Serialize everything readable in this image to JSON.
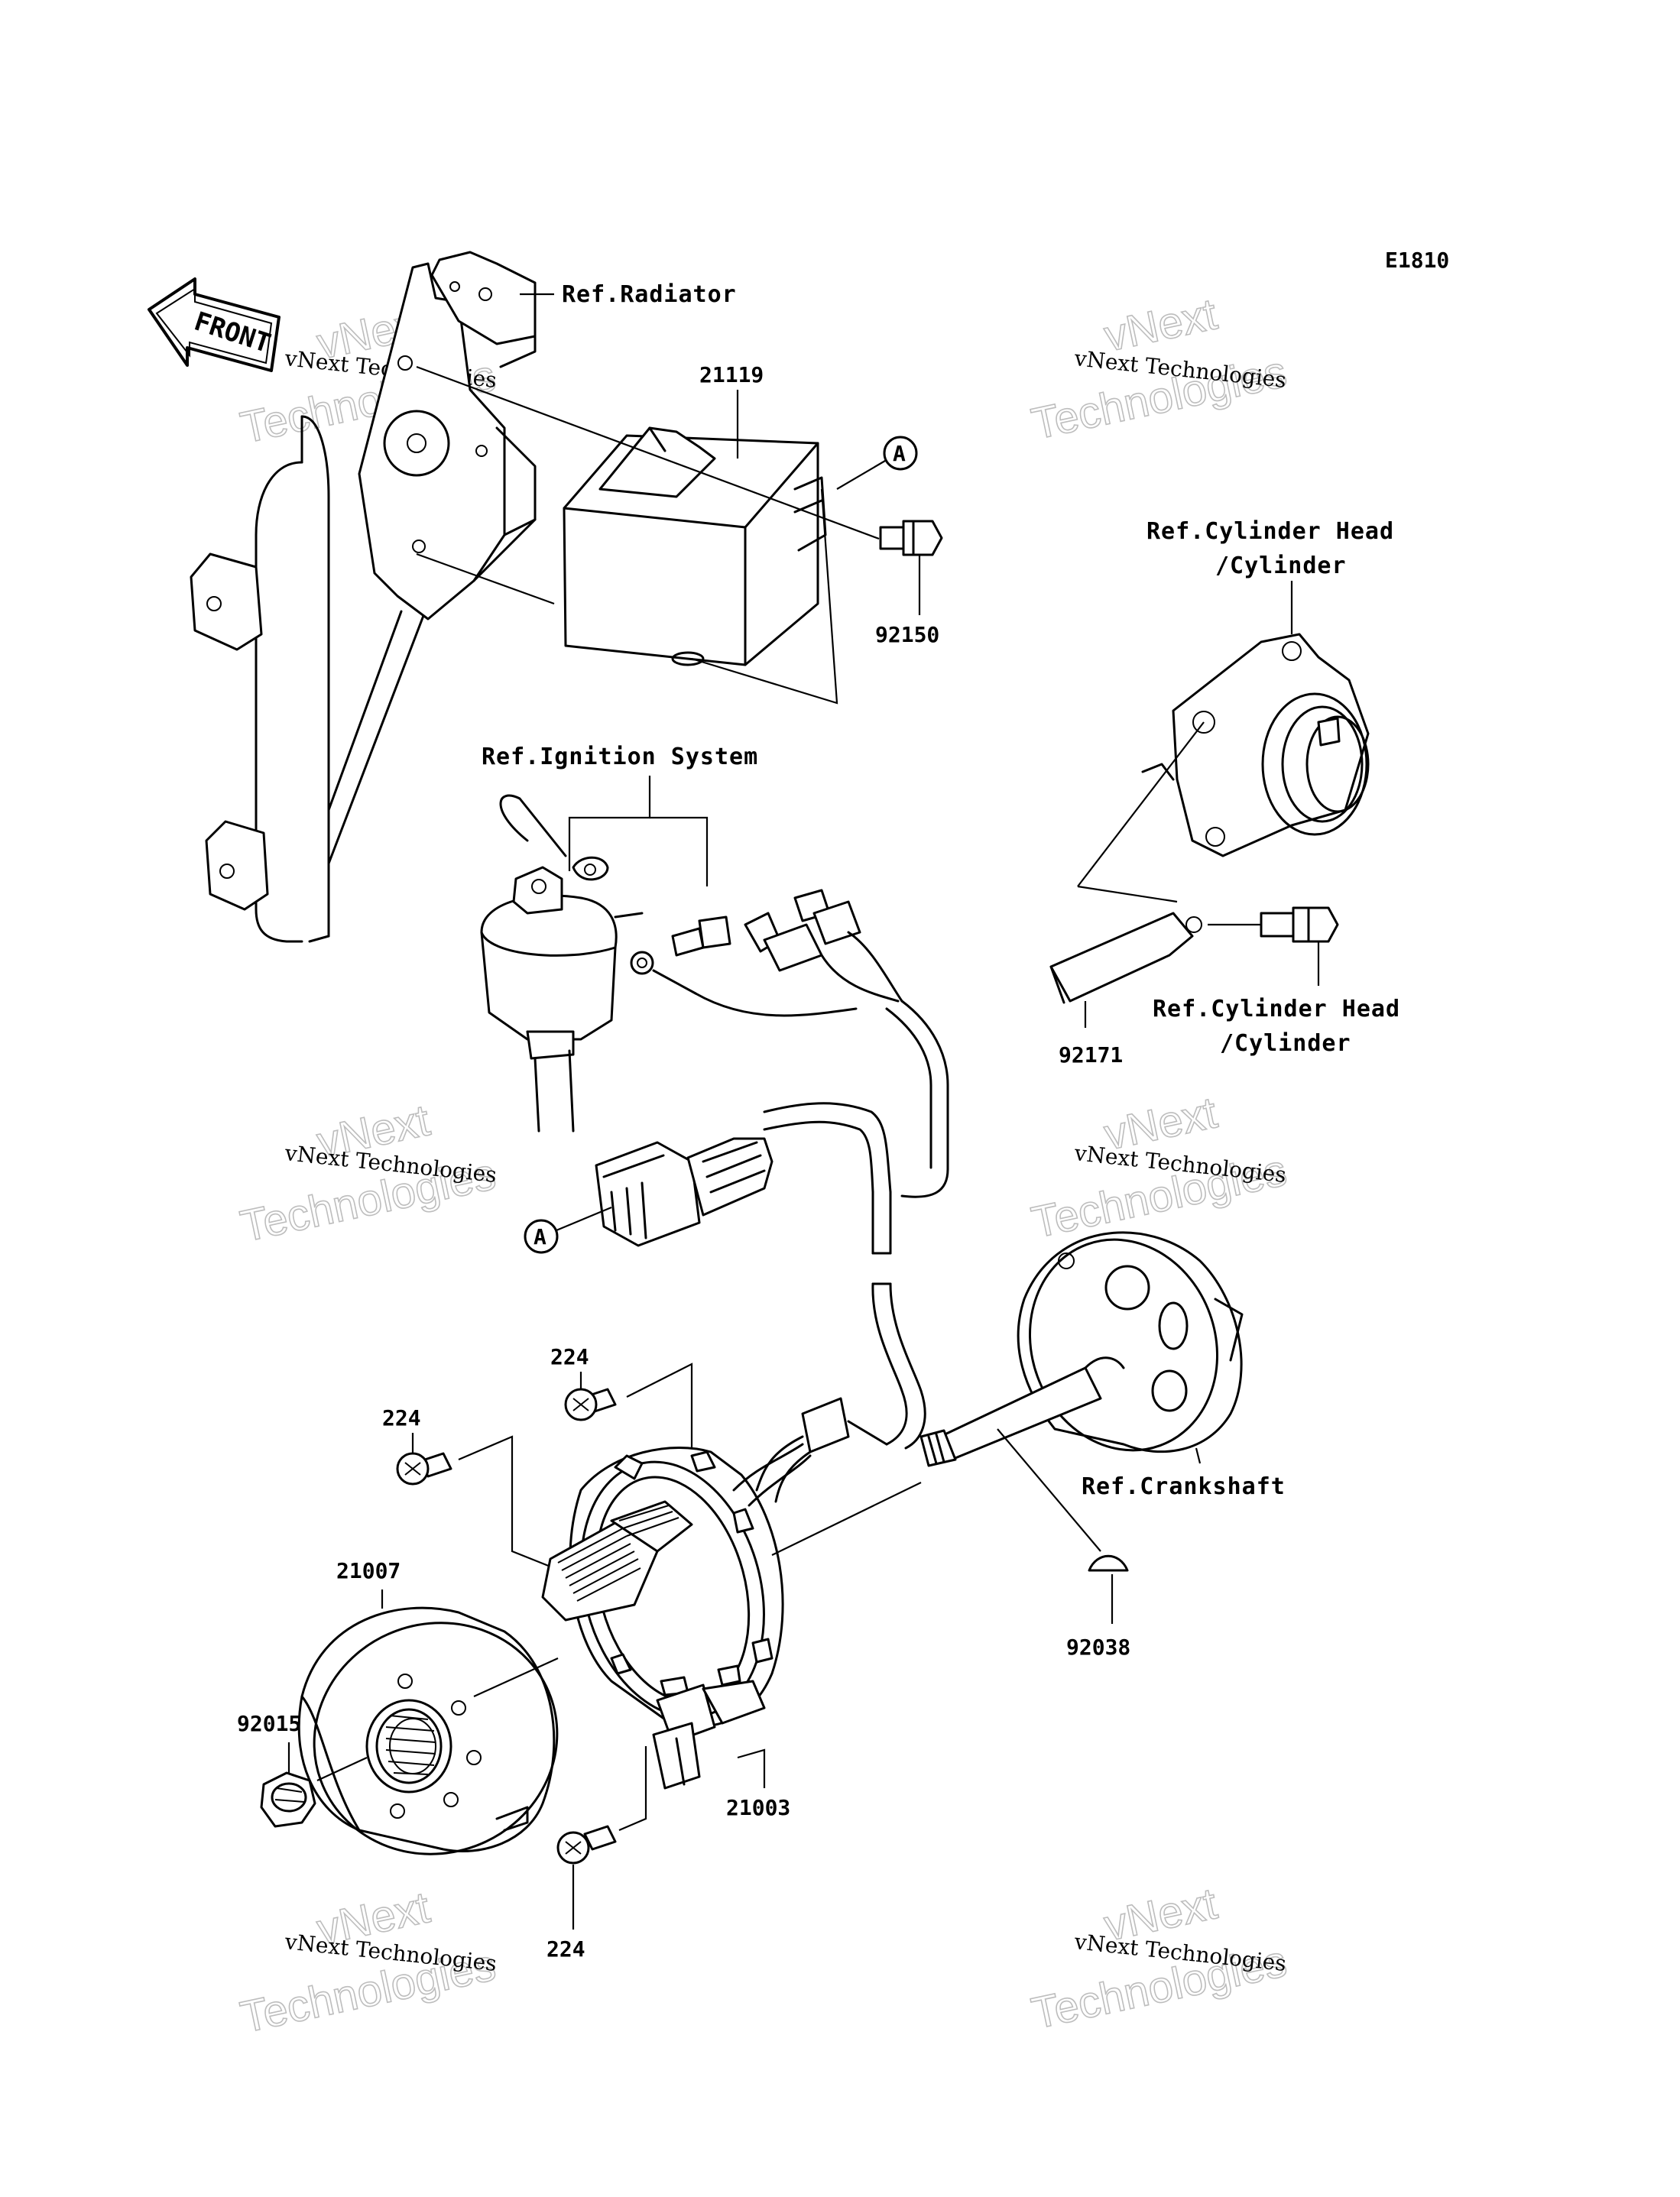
{
  "diagram_code": "E1810",
  "front_marker": "FRONT",
  "callouts": {
    "A": "A"
  },
  "labels": {
    "ref_radiator": "Ref.Radiator",
    "ref_cylinder_head_top_1": "Ref.Cylinder Head",
    "ref_cylinder_head_top_2": "/Cylinder",
    "ref_cylinder_head_bottom_1": "Ref.Cylinder Head",
    "ref_cylinder_head_bottom_2": "/Cylinder",
    "ref_ignition_system": "Ref.Ignition System",
    "ref_crankshaft": "Ref.Crankshaft"
  },
  "part_numbers": {
    "p21119": "21119",
    "p92150": "92150",
    "p92171": "92171",
    "p224_a": "224",
    "p224_b": "224",
    "p224_c": "224",
    "p21007": "21007",
    "p92015": "92015",
    "p21003": "21003",
    "p92038": "92038"
  },
  "watermark": {
    "line1": "vNext Technologies",
    "line2": "vNext",
    "line3": "Technologies"
  }
}
